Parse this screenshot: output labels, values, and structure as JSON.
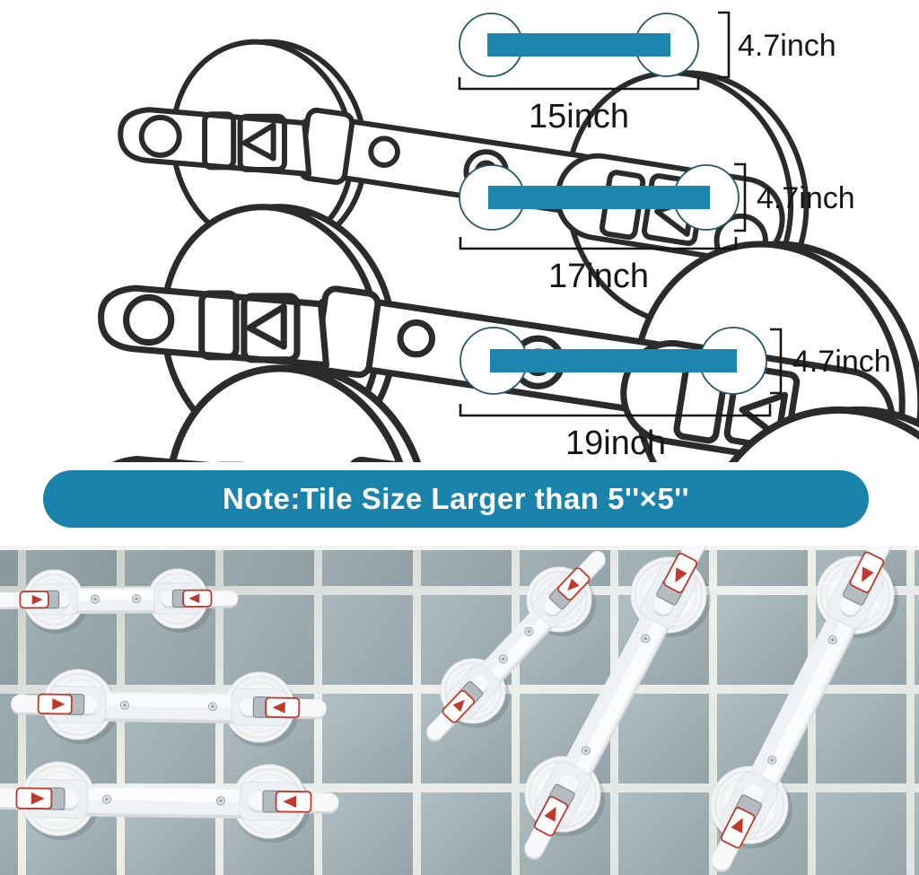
{
  "sizes": [
    {
      "id": "15-inch",
      "height_label": "4.7inch",
      "width_label": "15inch"
    },
    {
      "id": "17-inch",
      "height_label": "4.7inch",
      "width_label": "17inch"
    },
    {
      "id": "19-inch",
      "height_label": "4.7inch",
      "width_label": "19inch"
    }
  ],
  "note": {
    "text": "Note:Tile Size Larger than 5''×5''"
  },
  "colors": {
    "accent_teal": "#1d86af",
    "diagram_outline": "#23566b",
    "dimension_text": "#161616",
    "note_bg": "#1a83ac",
    "note_text": "#ffffff",
    "sketch_line": "#2b2b2b",
    "tile": "#a3b3b8",
    "grout": "#edf0ec"
  }
}
